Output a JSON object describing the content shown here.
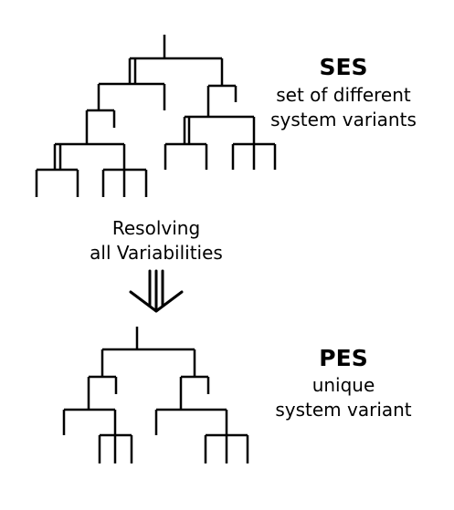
{
  "ses": {
    "title": "SES",
    "line1": "set of different",
    "line2": "system variants"
  },
  "transition": {
    "line1": "Resolving",
    "line2": "all Variabilities"
  },
  "pes": {
    "title": "PES",
    "line1": "unique",
    "line2": "system variant"
  },
  "colors": {
    "stroke": "#000000",
    "background": "#ffffff"
  }
}
